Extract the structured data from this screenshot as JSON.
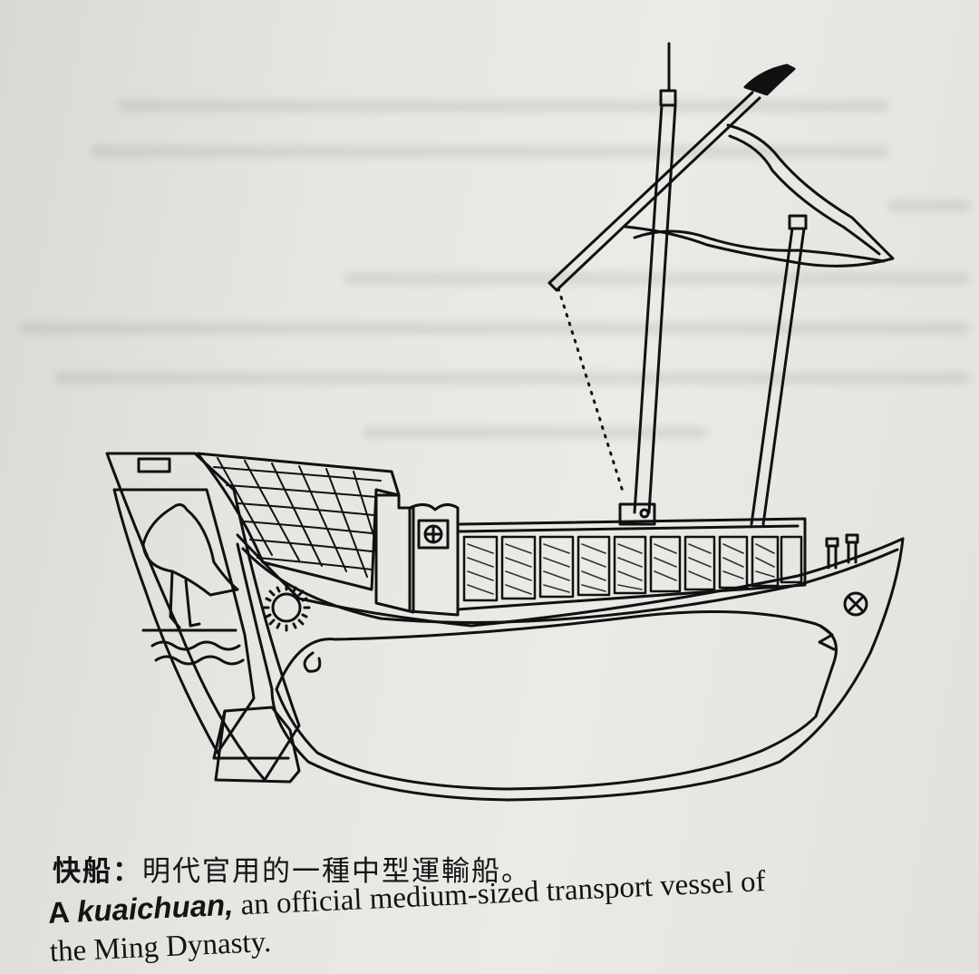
{
  "figure": {
    "icons": [
      "flag-icon",
      "sun-icon",
      "medallion-icon"
    ]
  },
  "caption": {
    "chinese_term": "快船",
    "chinese_colon": "：",
    "chinese_description": "明代官用的一種中型運輸船。",
    "english_article": "A",
    "english_term": "kuaichuan,",
    "english_line1_rest": " an official medium-sized transport vessel of",
    "english_line2": "the Ming Dynasty."
  }
}
